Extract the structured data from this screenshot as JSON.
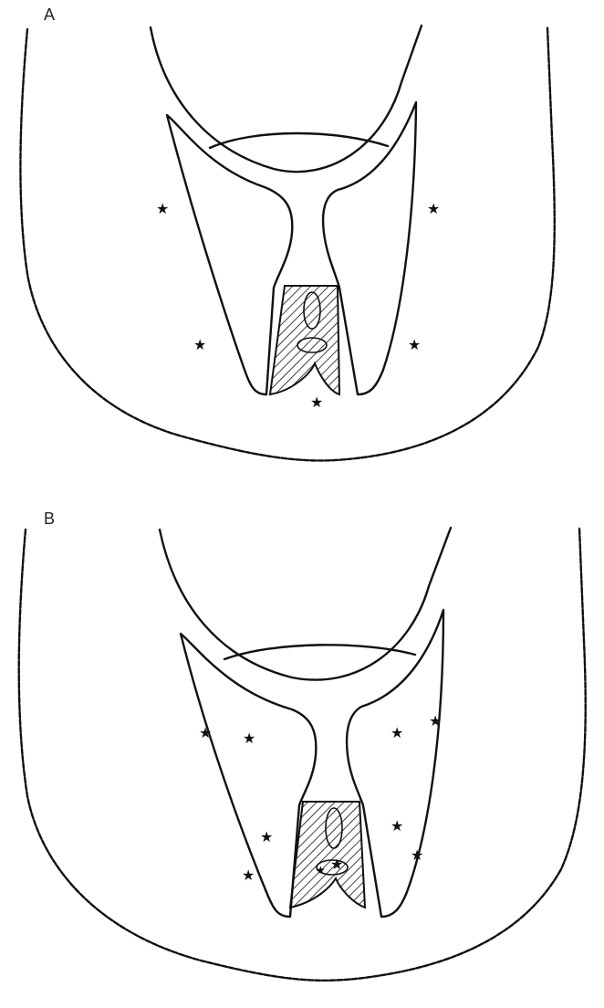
{
  "panels": [
    {
      "label": "A",
      "star_count": 5
    },
    {
      "label": "B",
      "star_count": 10
    }
  ],
  "icons": {
    "star": "star-icon"
  },
  "colors": {
    "line": "#111111",
    "background": "#ffffff"
  }
}
